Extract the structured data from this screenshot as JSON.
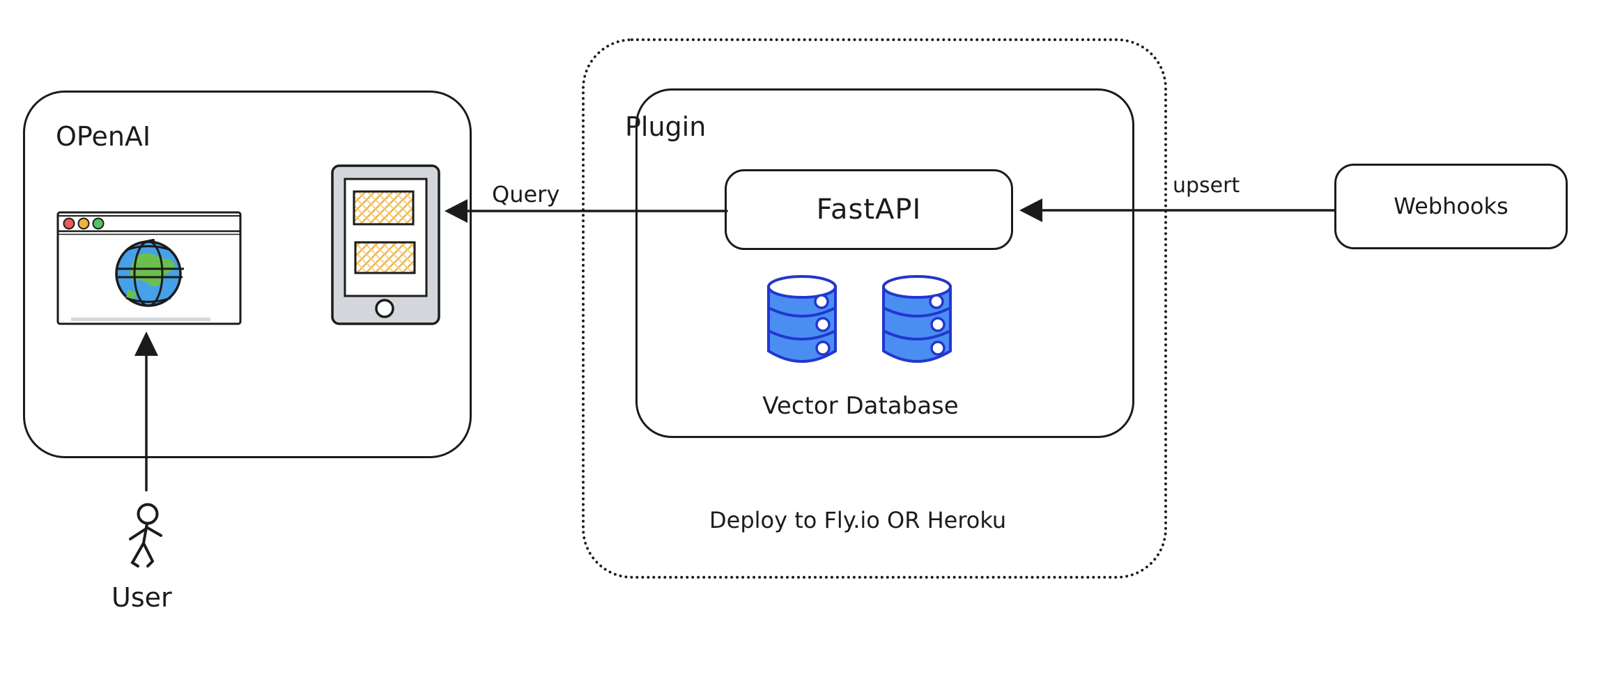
{
  "diagram": {
    "openai": {
      "label": "OPenAI"
    },
    "user": {
      "label": "User"
    },
    "plugin": {
      "label": "Plugin"
    },
    "fastapi": {
      "label": "FastAPI"
    },
    "vector_database": {
      "label": "Vector Database"
    },
    "deploy_note": {
      "label": "Deploy to Fly.io OR Heroku"
    },
    "webhooks": {
      "label": "Webhooks"
    },
    "edges": {
      "query": {
        "label": "Query"
      },
      "upsert": {
        "label": "upsert"
      }
    },
    "icons": {
      "browser": "browser-window-icon",
      "globe": "globe-icon",
      "tablet": "tablet-icon",
      "database": "database-cylinder-icon",
      "user": "stick-figure-icon"
    },
    "colors": {
      "ink": "#1b1b1b",
      "database_fill": "#4a8ef2",
      "database_stroke": "#2336cf",
      "globe_water": "#45a1e8",
      "globe_land": "#6cbf4e",
      "tablet_frame": "#d3d7db",
      "screen_hatch": "#ecb545",
      "screen_hatch_light": "#f5cd7d",
      "traffic_red": "#e85c5c",
      "traffic_amber": "#f0b03c",
      "traffic_green": "#58c06a"
    }
  }
}
